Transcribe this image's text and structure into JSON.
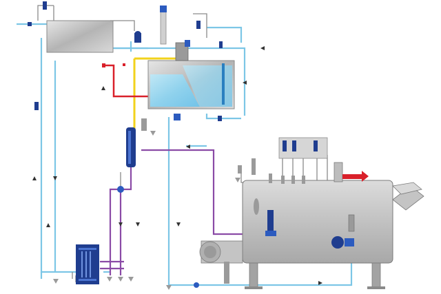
{
  "diagram": {
    "kind": "steam boiler plant process and instrumentation schematic",
    "colors": {
      "water_line": "#7cc6e6",
      "steam_line": "#f2d21b",
      "blowdown_line": "#8a4aa6",
      "hot_line": "#d9202a",
      "vessel_fill": "#c9c9c9",
      "vessel_fill_dark": "#a9a9a9",
      "tank_water": "#8fd4f0",
      "instrument_blue": "#1f3d8f",
      "pipe_grey": "#8a8a8a",
      "outlet_red": "#d9202a"
    },
    "components": [
      {
        "id": "condensate-tank",
        "label": ""
      },
      {
        "id": "feedwater-tank",
        "label": ""
      },
      {
        "id": "steam-boiler",
        "label": ""
      },
      {
        "id": "heat-exchanger",
        "label": ""
      },
      {
        "id": "blowdown-separator",
        "label": ""
      },
      {
        "id": "control-panel",
        "label": ""
      },
      {
        "id": "burner",
        "label": ""
      },
      {
        "id": "flue-gas-duct",
        "label": ""
      },
      {
        "id": "feed-pump",
        "label": ""
      },
      {
        "id": "level-controller",
        "label": ""
      }
    ],
    "flow_arrows": [
      {
        "direction": "left",
        "line": "water"
      },
      {
        "direction": "up",
        "line": "water"
      },
      {
        "direction": "down",
        "line": "blowdown"
      },
      {
        "direction": "right",
        "line": "water"
      }
    ]
  }
}
